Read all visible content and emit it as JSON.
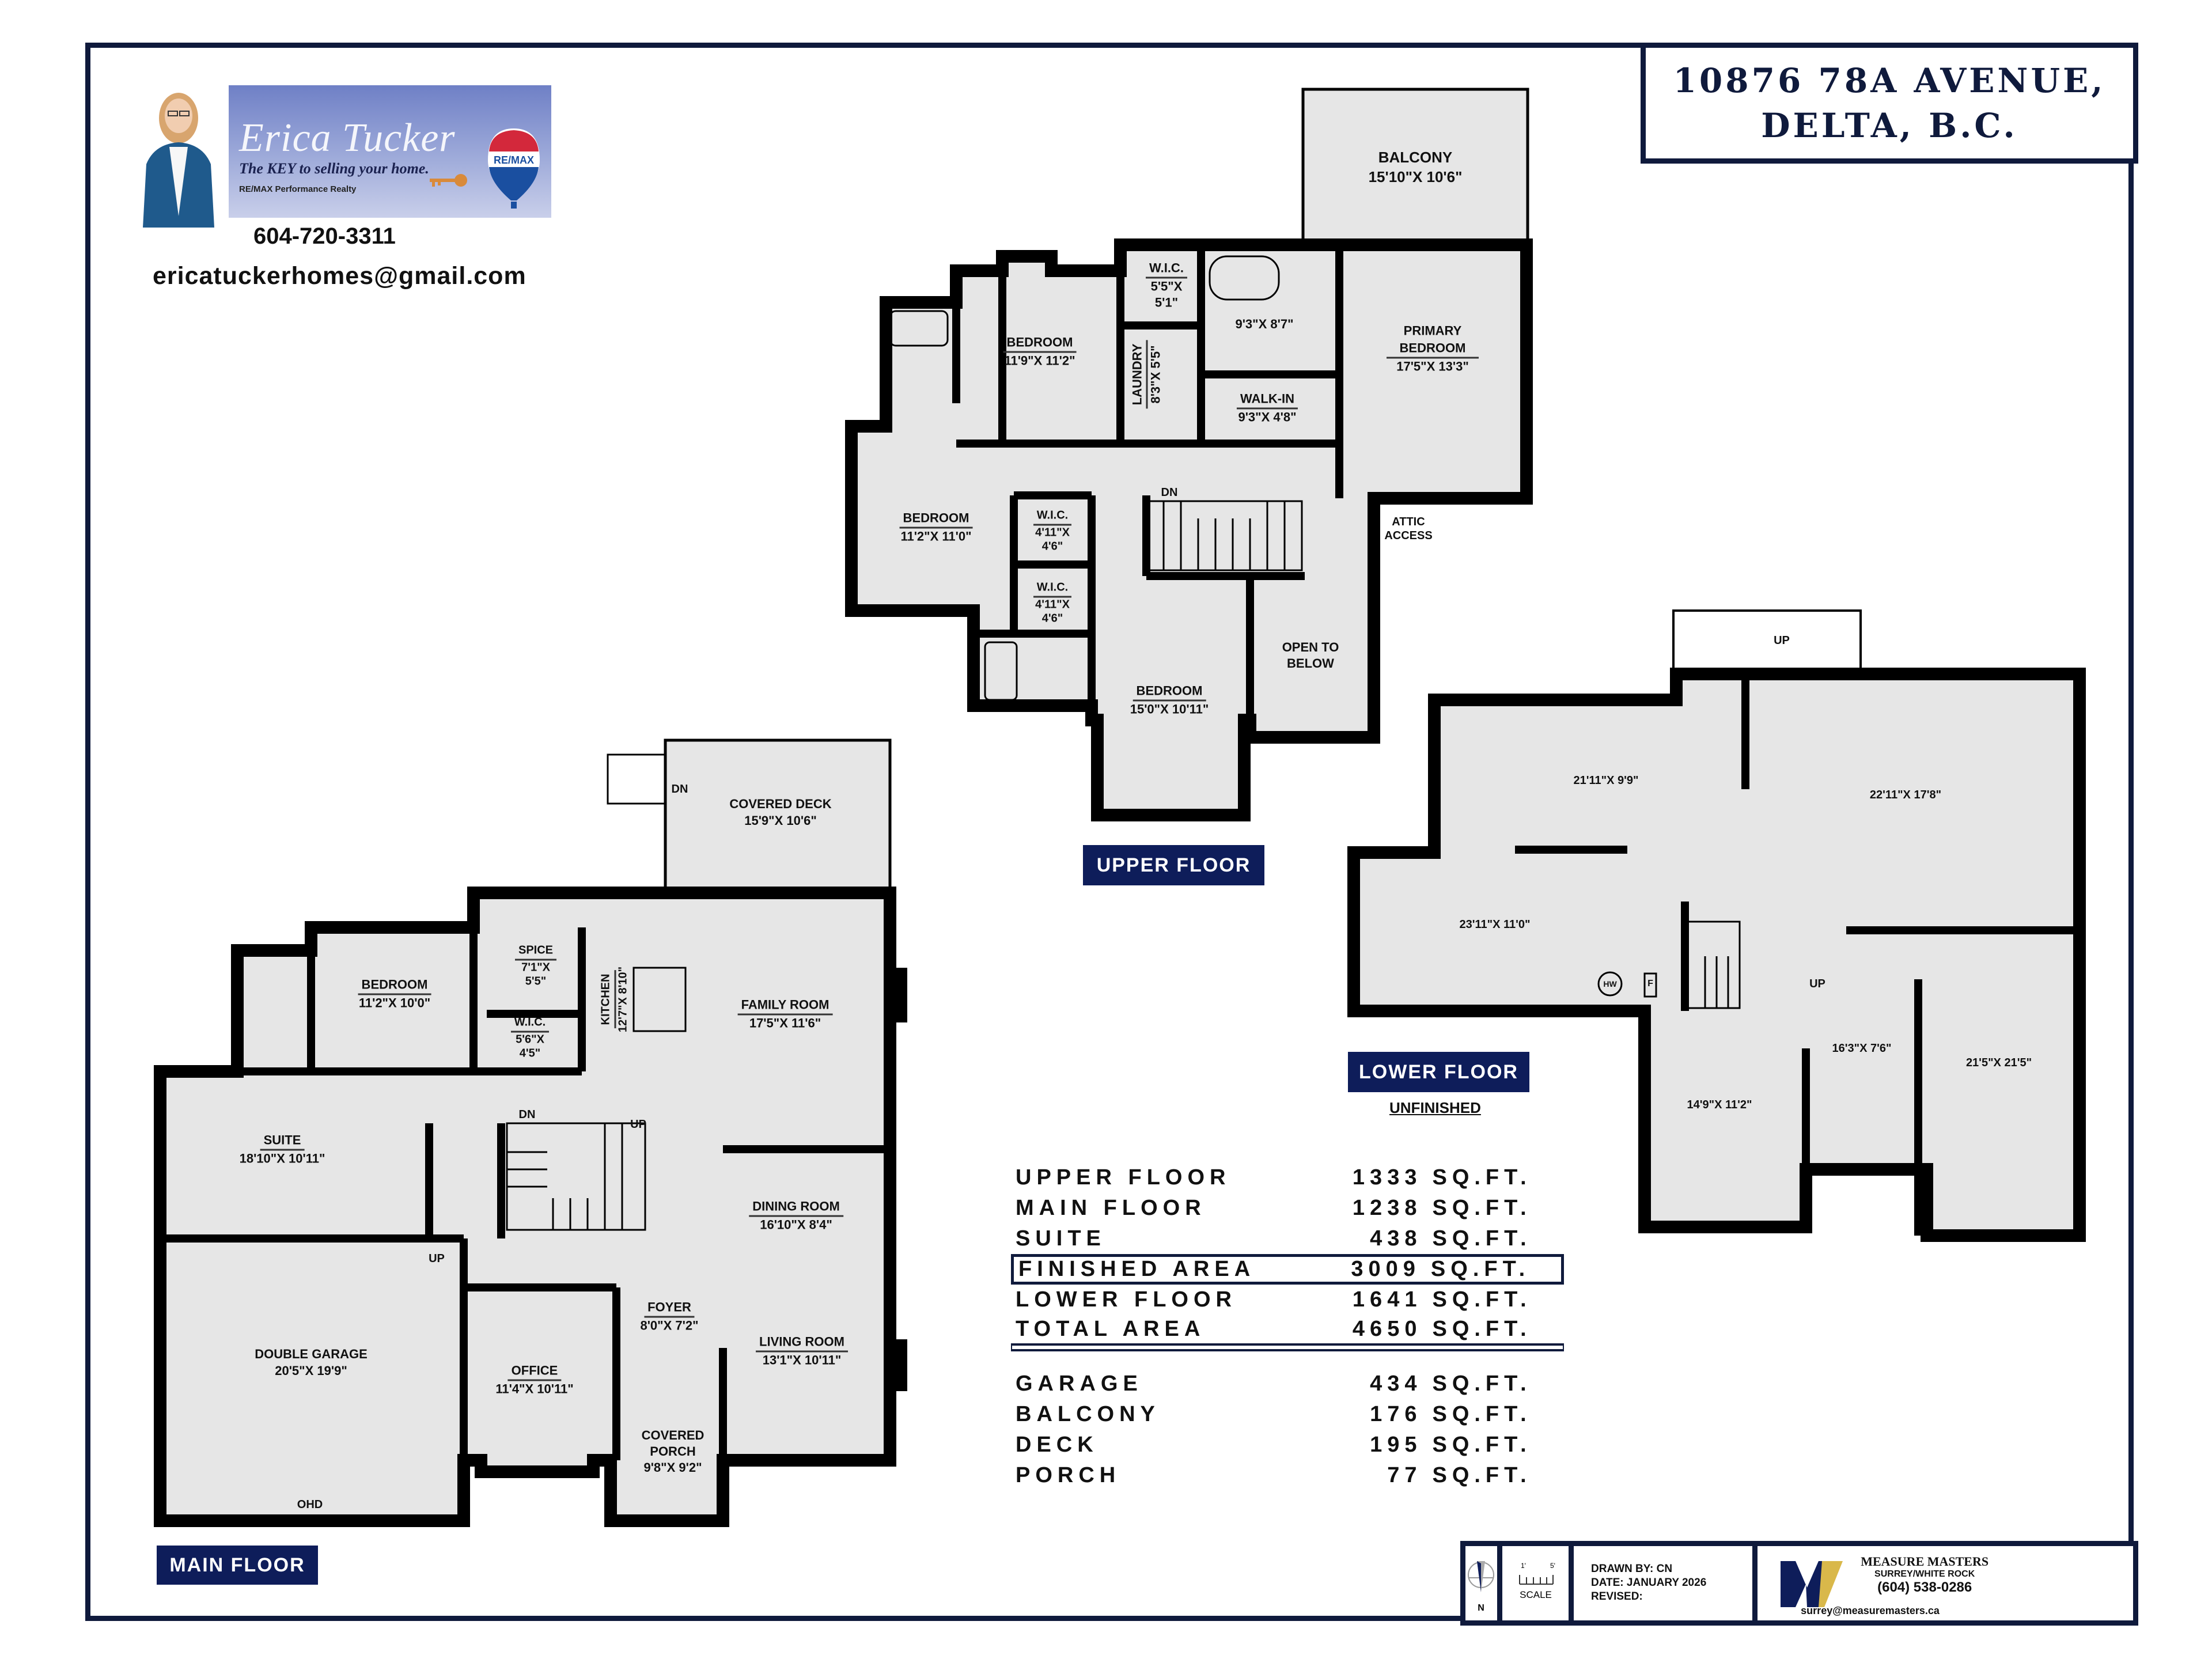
{
  "title": {
    "line1": "10876 78A AVENUE,",
    "line2": "DELTA, B.C."
  },
  "agent": {
    "name": "Erica Tucker",
    "slogan": "The KEY to selling your home.",
    "brokerage": "RE/MAX Performance Realty",
    "balloon_logo": "RE/MAX",
    "phone": "604-720-3311",
    "email": "ericatuckerhomes@gmail.com"
  },
  "floors": {
    "upper": {
      "label": "UPPER FLOOR",
      "rooms": [
        {
          "name": "BALCONY",
          "dims": "15'10\"X 10'6\""
        },
        {
          "name": "W.I.C.",
          "dims": "5'5\"X 5'1\""
        },
        {
          "name": "",
          "dims": "9'3\"X 8'7\""
        },
        {
          "name": "PRIMARY BEDROOM",
          "dims": "17'5\"X 13'3\""
        },
        {
          "name": "BEDROOM",
          "dims": "11'9\"X 11'2\""
        },
        {
          "name": "LAUNDRY",
          "dims": "8'3\"X 5'5\""
        },
        {
          "name": "WALK-IN",
          "dims": "9'3\"X 4'8\""
        },
        {
          "name": "BEDROOM",
          "dims": "11'2\"X 11'0\""
        },
        {
          "name": "W.I.C.",
          "dims": "4'11\"X 4'6\""
        },
        {
          "name": "W.I.C.",
          "dims": "4'11\"X 4'6\""
        },
        {
          "name": "BEDROOM",
          "dims": "15'0\"X 10'11\""
        },
        {
          "name": "OPEN TO BELOW",
          "dims": ""
        }
      ],
      "notes": {
        "stairs": "DN",
        "attic_line1": "ATTIC",
        "attic_line2": "ACCESS"
      }
    },
    "main": {
      "label": "MAIN FLOOR",
      "rooms": [
        {
          "name": "COVERED DECK",
          "dims": "15'9\"X 10'6\""
        },
        {
          "name": "BEDROOM",
          "dims": "11'2\"X 10'0\""
        },
        {
          "name": "SPICE",
          "dims": "7'1\"X 5'5\""
        },
        {
          "name": "W.I.C.",
          "dims": "5'6\"X 4'5\""
        },
        {
          "name": "KITCHEN",
          "dims": "12'7\"X 8'10\""
        },
        {
          "name": "FAMILY ROOM",
          "dims": "17'5\"X 11'6\""
        },
        {
          "name": "SUITE",
          "dims": "18'10\"X 10'11\""
        },
        {
          "name": "DINING ROOM",
          "dims": "16'10\"X 8'4\""
        },
        {
          "name": "FOYER",
          "dims": "8'0\"X 7'2\""
        },
        {
          "name": "DOUBLE GARAGE",
          "dims": "20'5\"X 19'9\""
        },
        {
          "name": "OFFICE",
          "dims": "11'4\"X 10'11\""
        },
        {
          "name": "LIVING ROOM",
          "dims": "13'1\"X 10'11\""
        },
        {
          "name": "COVERED PORCH",
          "dims": "9'8\"X 9'2\""
        }
      ],
      "notes": {
        "deck_stairs": "DN",
        "stairs_dn": "DN",
        "stairs_up": "UP",
        "garage_up": "UP",
        "garage_door": "OHD"
      }
    },
    "lower": {
      "label": "LOWER FLOOR",
      "sublabel": "UNFINISHED",
      "rooms": [
        {
          "dims": "21'11\"X 9'9\""
        },
        {
          "dims": "22'11\"X 17'8\""
        },
        {
          "dims": "23'11\"X 11'0\""
        },
        {
          "dims": "16'3\"X 7'6\""
        },
        {
          "dims": "21'5\"X 21'5\""
        },
        {
          "dims": "14'9\"X 11'2\""
        }
      ],
      "notes": {
        "stairs_up_top": "UP",
        "stairs_up_inner": "UP",
        "hot_water": "HW",
        "furnace": "F"
      }
    }
  },
  "areas": {
    "unit": "SQ.FT.",
    "rows": [
      {
        "label": "UPPER FLOOR",
        "value": "1333"
      },
      {
        "label": "MAIN FLOOR",
        "value": "1238"
      },
      {
        "label": "SUITE",
        "value": "438"
      },
      {
        "label": "FINISHED AREA",
        "value": "3009",
        "highlight": "boxed"
      },
      {
        "label": "LOWER FLOOR",
        "value": "1641"
      },
      {
        "label": "TOTAL AREA",
        "value": "4650",
        "highlight": "double-underline"
      }
    ],
    "extras": [
      {
        "label": "GARAGE",
        "value": "434"
      },
      {
        "label": "BALCONY",
        "value": "176"
      },
      {
        "label": "DECK",
        "value": "195"
      },
      {
        "label": "PORCH",
        "value": "77"
      }
    ]
  },
  "footer": {
    "north_label": "N",
    "scale": {
      "label": "SCALE",
      "start": "1'",
      "end": "5'"
    },
    "drawn_by": "DRAWN BY: CN",
    "date": "DATE: JANUARY 2026",
    "revised": "REVISED:",
    "company": {
      "name": "MEASURE MASTERS",
      "region": "SURREY/WHITE ROCK",
      "phone": "(604) 538-0286",
      "email": "surrey@measuremasters.ca"
    }
  },
  "colors": {
    "navy": "#0e1d5a",
    "frame": "#0f1a3c",
    "room_fill": "#e6e6e6",
    "wall": "#000000",
    "banner_top": "#6f80c6",
    "banner_bottom": "#c9cfea"
  }
}
